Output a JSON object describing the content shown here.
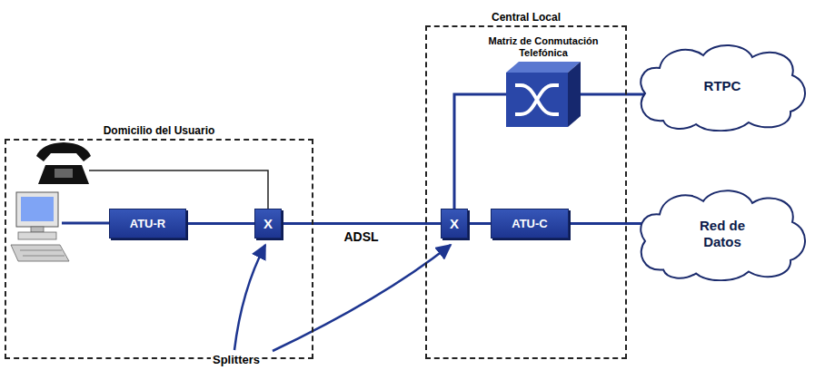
{
  "diagram": {
    "nodes": [
      {
        "text": [
          "Domicilio del Usuario"
        ]
      },
      {
        "text": [
          "Central Local"
        ]
      },
      {
        "text": [
          "ATU-R"
        ],
        "in": 0
      },
      {
        "text": [
          "X"
        ],
        "in": 0
      },
      {
        "text": [
          "X"
        ],
        "in": 1
      },
      {
        "text": [
          "ATU-C"
        ],
        "in": 1
      },
      {
        "text": [
          "Matriz de Conmutación Telefónica"
        ],
        "in": 1
      },
      {
        "text": [
          "RTPC"
        ]
      },
      {
        "text": [
          "Red de Datos"
        ]
      }
    ],
    "edges": [
      {
        "from": 2,
        "to": 3,
        "arrow": "none"
      },
      {
        "from": 3,
        "to": 4,
        "label": "ADSL",
        "arrow": "none"
      },
      {
        "from": 4,
        "to": 6,
        "arrow": "none"
      },
      {
        "from": 4,
        "to": 5,
        "arrow": "none"
      },
      {
        "from": 6,
        "to": 7,
        "arrow": "none"
      },
      {
        "from": 5,
        "to": 8,
        "arrow": "none"
      }
    ],
    "labels": [
      "Splitters"
    ]
  }
}
